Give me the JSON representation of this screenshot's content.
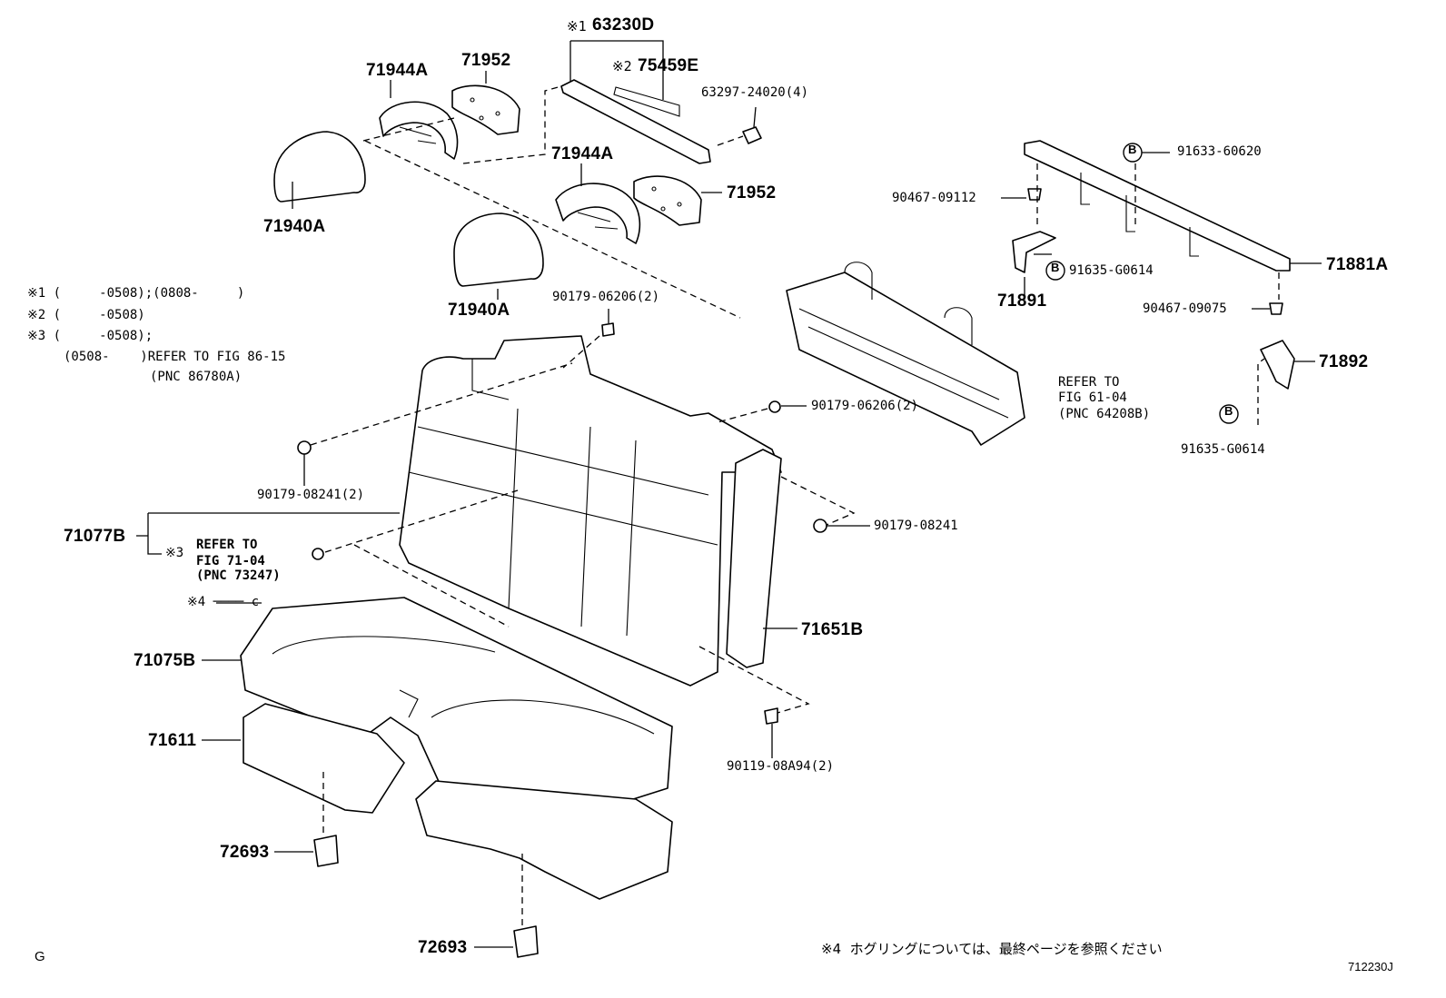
{
  "parts": {
    "p71944a_1": "71944A",
    "p71952_1": "71952",
    "p63230d": "63230D",
    "p63230d_mark": "※1",
    "p75459e": "75459E",
    "p75459e_mark": "※2",
    "p63297": "63297-24020(4)",
    "p71944a_2": "71944A",
    "p71952_2": "71952",
    "p71940a_1": "71940A",
    "p71940a_2": "71940A",
    "p91633": "91633-60620",
    "p90467_09112": "90467-09112",
    "p71891": "71891",
    "p91635_1": "91635-G0614",
    "p71881a": "71881A",
    "p90467_09075": "90467-09075",
    "p71892": "71892",
    "p91635_2": "91635-G0614",
    "p90179_06206_1": "90179-06206(2)",
    "p90179_06206_2": "90179-06206(2)",
    "p90179_08241_2": "90179-08241(2)",
    "p90179_08241": "90179-08241",
    "p71077b": "71077B",
    "p71651b": "71651B",
    "p71075b": "71075B",
    "p71611": "71611",
    "p90119": "90119-08A94(2)",
    "p72693_1": "72693",
    "p72693_2": "72693"
  },
  "bolt_marker": "B",
  "notes": {
    "n1": "※1 (     -0508);(0808-     )",
    "n2": "※2 (     -0508)",
    "n3": "※3 (     -0508);",
    "n3b": "(0508-    )REFER TO FIG 86-15",
    "n3c": "(PNC 86780A)",
    "n4": "※4 ──── c",
    "note4_jp": "※4  ホグリングについては、最終ページを参照ください"
  },
  "refs": {
    "fig6104_l1": "REFER TO",
    "fig6104_l2": "FIG 61-04",
    "fig6104_l3": "(PNC 64208B)",
    "fig7104_mark": "※3",
    "fig7104_l1": "REFER TO",
    "fig7104_l2": "FIG 71-04",
    "fig7104_l3": "(PNC 73247)"
  },
  "corner": {
    "left": "G",
    "right": "712230J"
  }
}
